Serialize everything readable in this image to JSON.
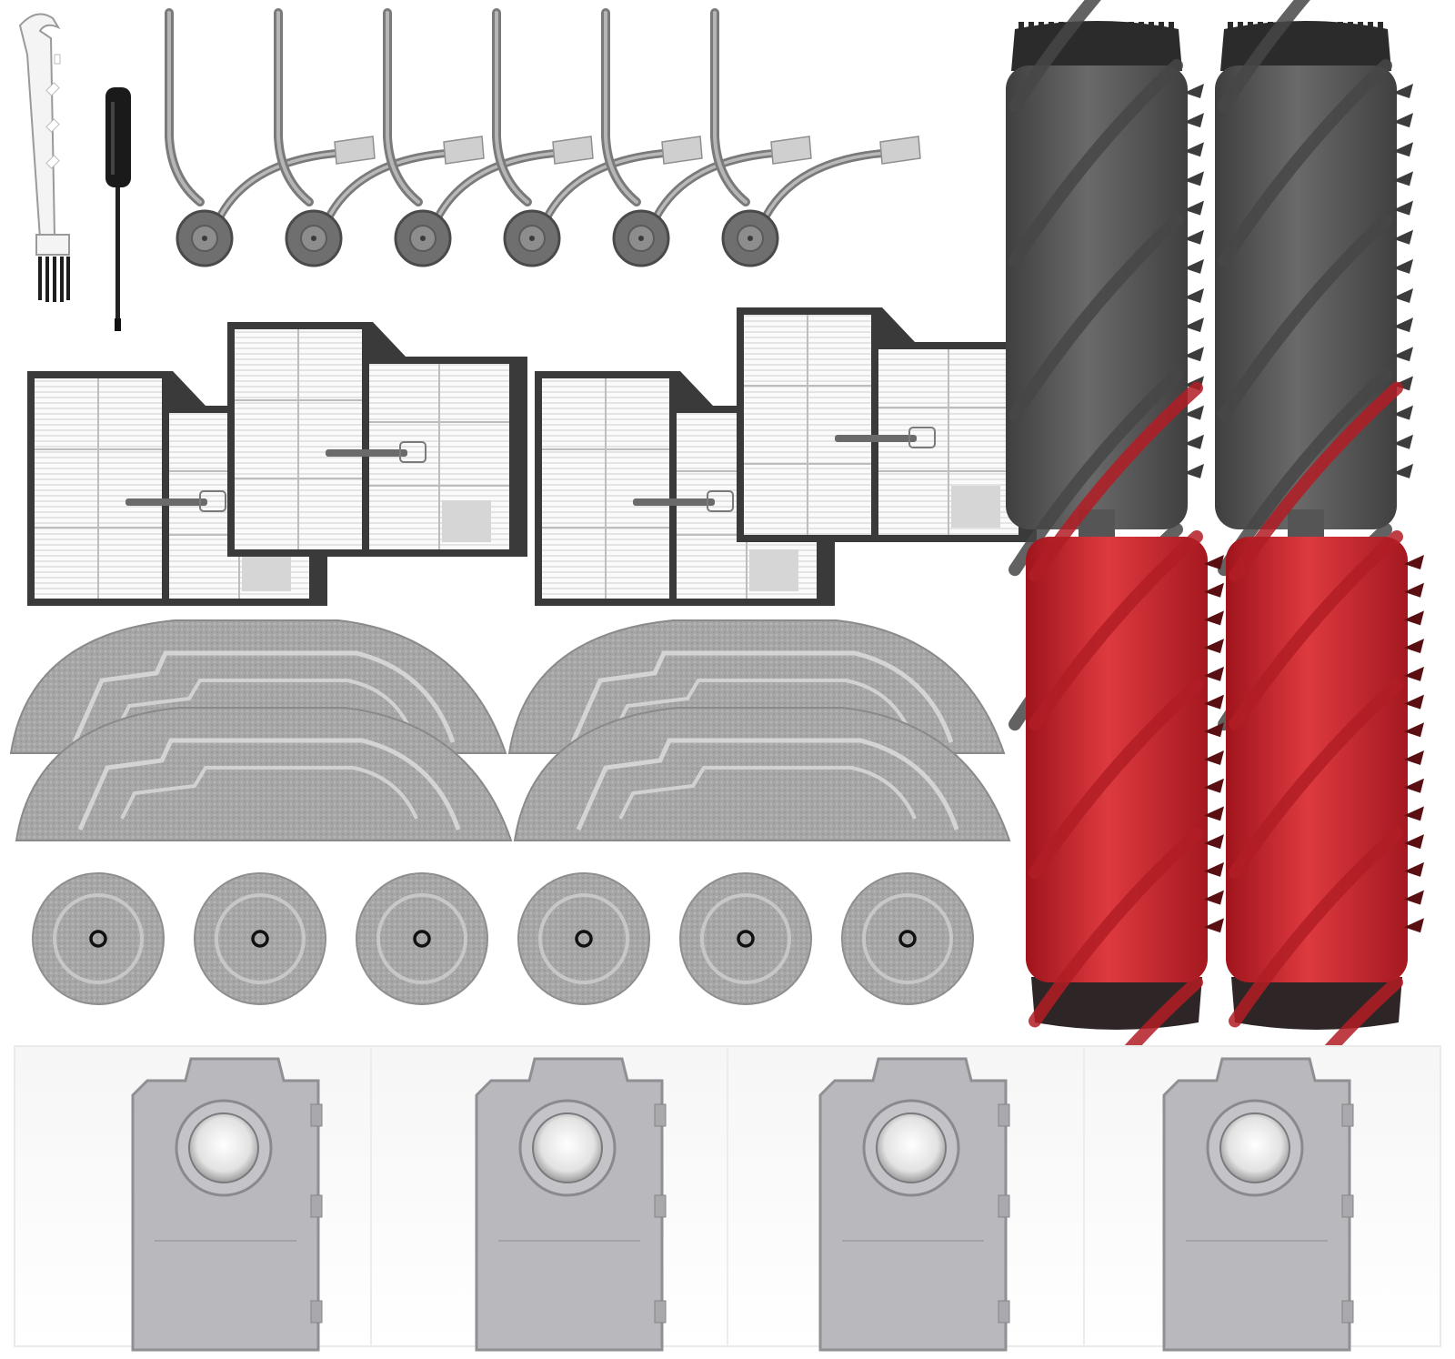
{
  "product": {
    "kind": "robot vacuum accessory kit",
    "background": "#ffffff"
  },
  "parts": {
    "cleaning_tool": {
      "count": 1,
      "color": "#f2f2f2",
      "icon": "cleaning-brush-tool-icon"
    },
    "screwdriver": {
      "count": 1,
      "color": "#1a1a1a",
      "icon": "screwdriver-icon"
    },
    "side_brushes": {
      "count": 6,
      "color": "#8e8e8e",
      "icon": "side-brush-icon"
    },
    "hepa_filters": {
      "count": 4,
      "color": "#f4f4f4",
      "icon": "filter-icon"
    },
    "main_brushes_gray": {
      "count": 2,
      "color": "#585858",
      "icon": "roller-brush-icon"
    },
    "main_brushes_red": {
      "count": 2,
      "color": "#c9242c",
      "icon": "roller-brush-icon"
    },
    "mop_pads_long": {
      "count": 4,
      "color": "#a9a9a9",
      "icon": "mop-pad-icon"
    },
    "mop_pads_round": {
      "count": 6,
      "color": "#b4b4b4",
      "icon": "round-mop-icon"
    },
    "dust_bags": {
      "count": 4,
      "color": "#b7b7bb",
      "icon": "dust-bag-icon"
    }
  }
}
